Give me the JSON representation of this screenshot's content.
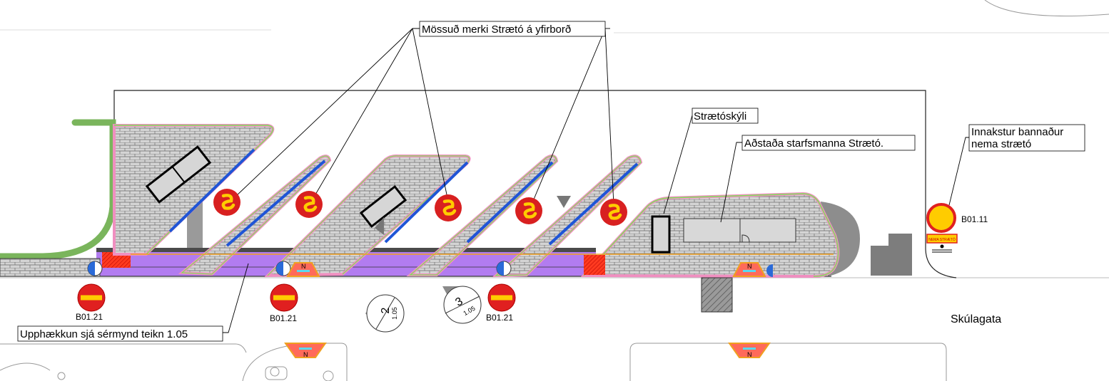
{
  "labels": {
    "masked_marks": "Mössuð merki Strætó á yfirborð",
    "shelter": "Strætóskýli",
    "staff_facility": "Aðstaða starfsmanna Strætó.",
    "no_entry_line1": "Innakstur bannaður",
    "no_entry_line2": "nema strætó",
    "raised": "Upphækkun sjá sérmynd teikn 1.05",
    "street": "Skúlagata",
    "sign_code_no_entry": "B01.21",
    "sign_code_no_traffic": "B01.11",
    "bus_only_plate": "NEMA STRÆTÓ"
  },
  "detail_markers": [
    {
      "number": "2",
      "sheet": "1.05"
    },
    {
      "number": "3",
      "sheet": "1.05"
    }
  ],
  "colors": {
    "paving_fill": "#d2d2d2",
    "pink_edge": "#f08fc0",
    "green_edge": "#7fe05a",
    "blue_edge": "#1f55d6",
    "purple_lane": "#b27cf0",
    "green_curb": "#7ab55c",
    "bus_logo_red": "#d82020",
    "bus_logo_yellow": "#ffcc00",
    "red_hatch": "#ff2a1a",
    "orange_line": "#f0a020"
  }
}
